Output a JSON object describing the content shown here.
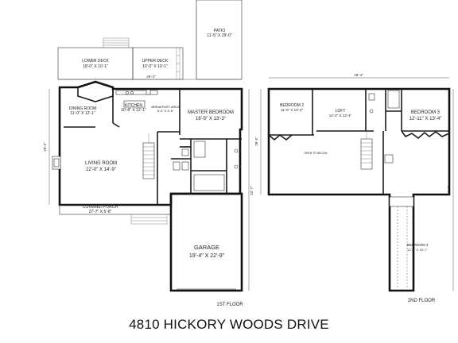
{
  "first_floor": {
    "caption": "1ST FLOOR",
    "patio": {
      "name": "PATIO",
      "size": "11'-5\" X 29'-0\""
    },
    "lower_deck": {
      "name": "LOWER DECK",
      "size": "18'-0\" X 10'-1\""
    },
    "upper_deck": {
      "name": "UPPER DECK",
      "size": "10'-0\" X 10'-1\""
    },
    "dining_room": {
      "name": "DINING ROOM",
      "size": "11'-0\" X 12'-1\""
    },
    "kitchen": {
      "name": "KITCHEN",
      "size": "10'-8\" X 12'-1\""
    },
    "breakfast_area": {
      "name": "BREAKFAST AREA",
      "size": "8'-0\" X 9'-8\""
    },
    "master_bedroom": {
      "name": "MASTER BEDROOM",
      "size": "16'-5\" X 13'-3\""
    },
    "living_room": {
      "name": "LIVING ROOM",
      "size": "22'-0\" X 14'-9\""
    },
    "covered_porch": {
      "name": "COVERED PORCH",
      "size": "27'-7\" X 5'-8\""
    },
    "garage": {
      "name": "GARAGE",
      "size": "19'-4\" X 22'-9\""
    },
    "dim_width": "48'-3\"",
    "dim_depth": "28'-5\"",
    "dim_right": "53'-7\""
  },
  "second_floor": {
    "caption": "2ND FLOOR",
    "bedroom_2": {
      "name": "BEDROOM 2",
      "size": "11'-0\" X 13'-4\""
    },
    "loft": {
      "name": "LOFT",
      "size": "14'-2\" X 13'-4\""
    },
    "bedroom_3": {
      "name": "BEDROOM 3",
      "size": "12'-11\" X 13'-4\""
    },
    "open_to_below": {
      "name": "OPEN TO BELOW"
    },
    "bedroom_4": {
      "name": "BEDROOM 4",
      "size": "12'-2\" X 19'-7\""
    },
    "dim_width": "48'-3\"",
    "dim_depth": "28'-5\"",
    "dim_right": "53'-7\""
  },
  "address": "4810 HICKORY WOODS DRIVE"
}
